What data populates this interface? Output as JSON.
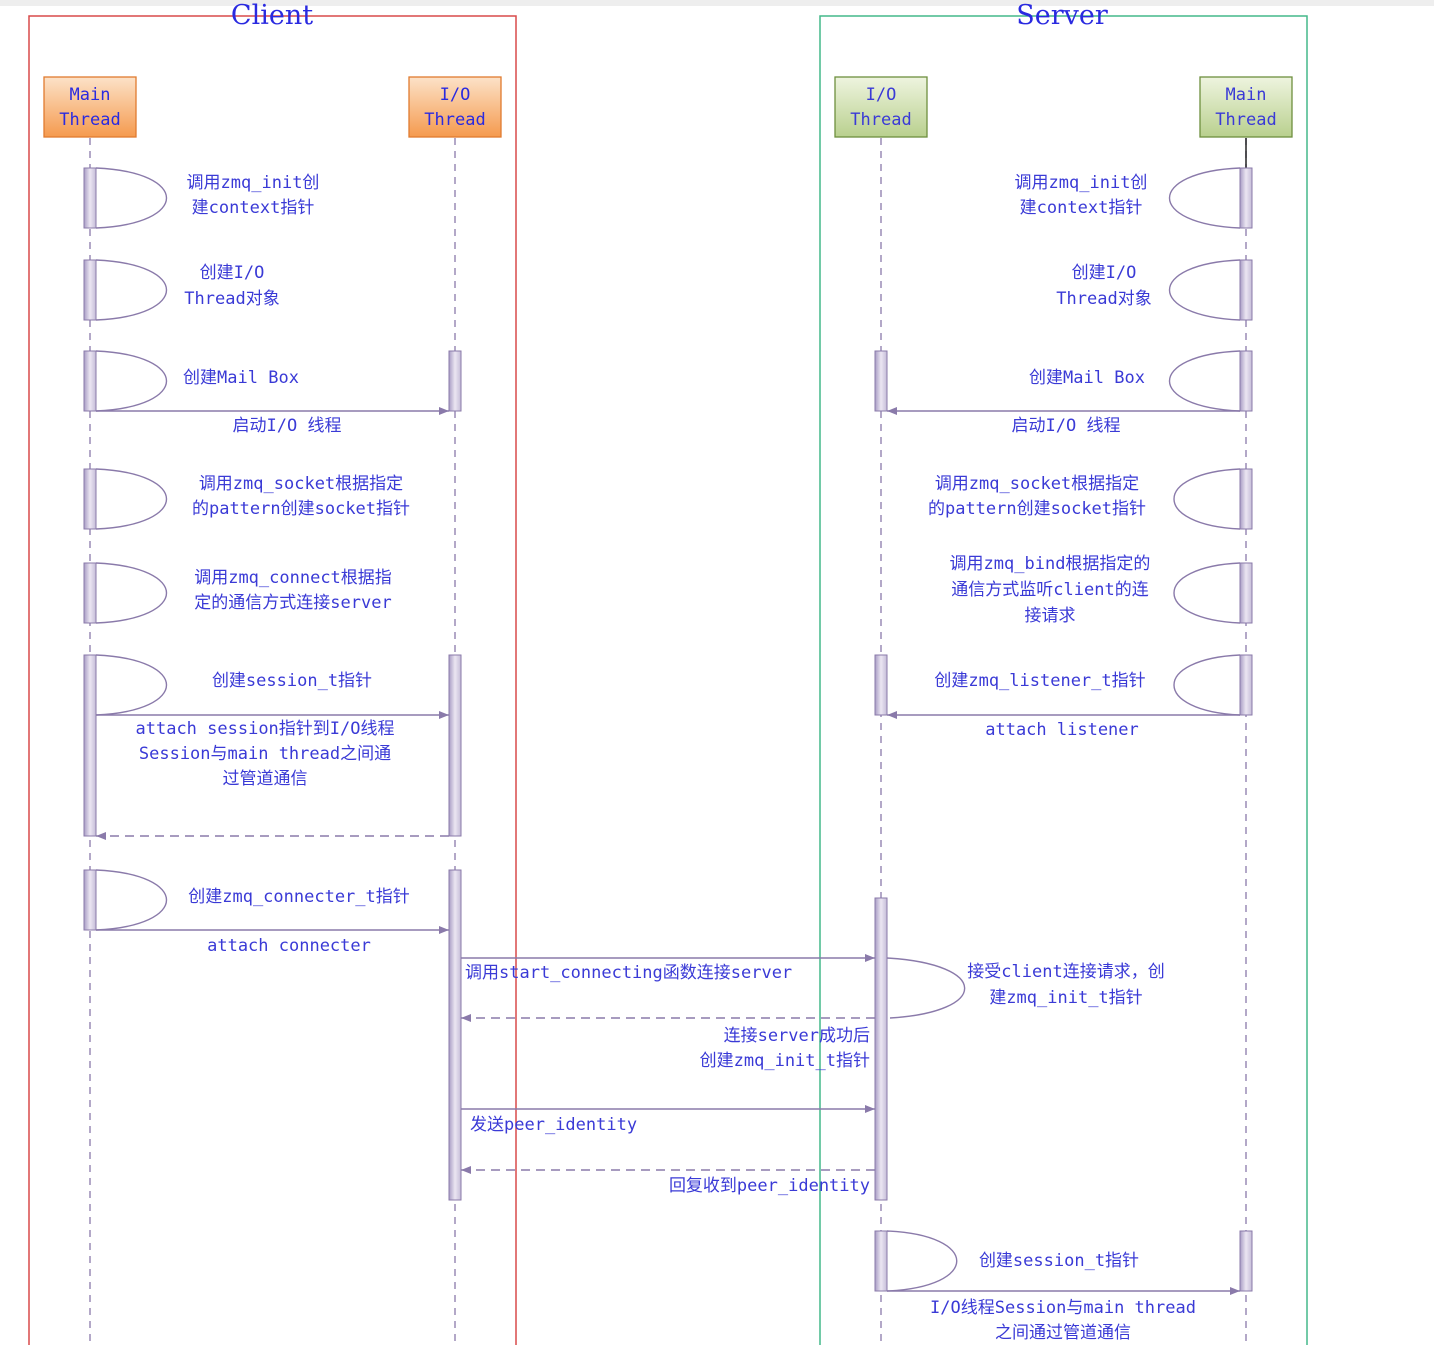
{
  "groups": {
    "client": "Client",
    "server": "Server"
  },
  "actors": {
    "client_main": [
      "Main",
      "Thread"
    ],
    "client_io": [
      "I/O",
      "Thread"
    ],
    "server_io": [
      "I/O",
      "Thread"
    ],
    "server_main": [
      "Main",
      "Thread"
    ]
  },
  "client_messages": {
    "init_context": [
      "调用zmq_init创",
      "建context指针"
    ],
    "create_io_thread": [
      "创建I/O",
      "Thread对象"
    ],
    "create_mailbox": [
      "创建Mail Box"
    ],
    "start_io_thread": [
      "启动I/O 线程"
    ],
    "create_socket": [
      "调用zmq_socket根据指定",
      "的pattern创建socket指针"
    ],
    "connect": [
      "调用zmq_connect根据指",
      "定的通信方式连接server"
    ],
    "create_session": [
      "创建session_t指针"
    ],
    "attach_session": [
      "attach session指针到I/O线程",
      "Session与main thread之间通",
      "过管道通信"
    ],
    "create_connecter": [
      "创建zmq_connecter_t指针"
    ],
    "attach_connecter": [
      "attach connecter"
    ]
  },
  "server_messages": {
    "init_context": [
      "调用zmq_init创",
      "建context指针"
    ],
    "create_io_thread": [
      "创建I/O",
      "Thread对象"
    ],
    "create_mailbox": [
      "创建Mail Box"
    ],
    "start_io_thread": [
      "启动I/O 线程"
    ],
    "create_socket": [
      "调用zmq_socket根据指定",
      "的pattern创建socket指针"
    ],
    "bind": [
      "调用zmq_bind根据指定的",
      "通信方式监听client的连",
      "接请求"
    ],
    "create_listener": [
      "创建zmq_listener_t指针"
    ],
    "attach_listener": [
      "attach listener"
    ],
    "accept": [
      "接受client连接请求，创",
      "建zmq_init_t指针"
    ],
    "create_session": [
      "创建session_t指针"
    ],
    "session_pipe": [
      "I/O线程Session与main thread",
      "之间通过管道通信"
    ]
  },
  "cross_messages": {
    "start_connecting": [
      "调用start_connecting函数连接server"
    ],
    "connected": [
      "连接server成功后",
      "创建zmq_init_t指针"
    ],
    "send_identity": [
      "发送peer_identity"
    ],
    "reply_identity": [
      "回复收到peer_identity"
    ]
  },
  "colors": {
    "client_border": "#d94a4a",
    "server_border": "#44b98a",
    "line": "#8a7aaa",
    "client_actor_fill": "#f7a35c",
    "client_actor_stroke": "#e07b2f",
    "client_actor_text": "#2a2ae0",
    "server_actor_fill": "#cfe0ad",
    "server_actor_stroke": "#6e8f3e",
    "server_actor_text": "#3a3ad6",
    "activation_fill": "#d9d2e6"
  }
}
